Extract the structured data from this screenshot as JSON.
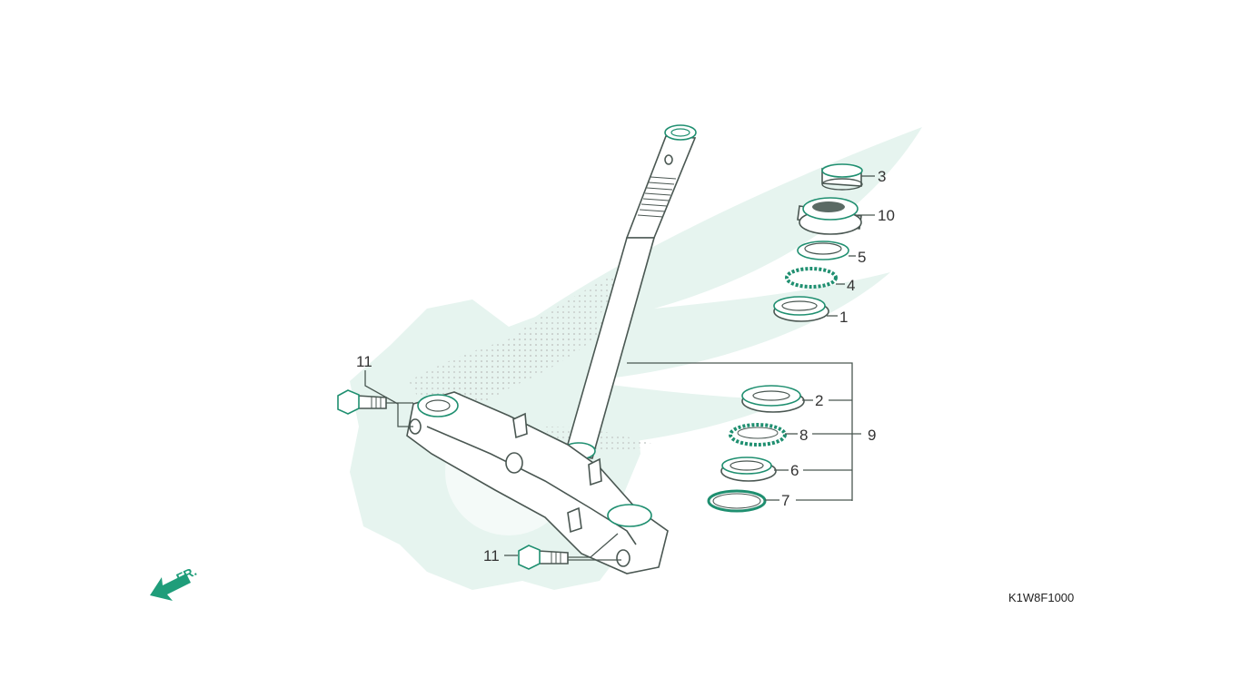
{
  "diagram": {
    "code": "K1W8F1000",
    "direction_label": "FR.",
    "accent_color": "#1f9d7a",
    "watermark_color": "#e6f4ef",
    "outline_color": "#4a5752"
  },
  "callouts": {
    "c1": "1",
    "c2": "2",
    "c3": "3",
    "c4": "4",
    "c5": "5",
    "c6": "6",
    "c7": "7",
    "c8": "8",
    "c9": "9",
    "c10": "10",
    "c11a": "11",
    "c11b": "11"
  }
}
